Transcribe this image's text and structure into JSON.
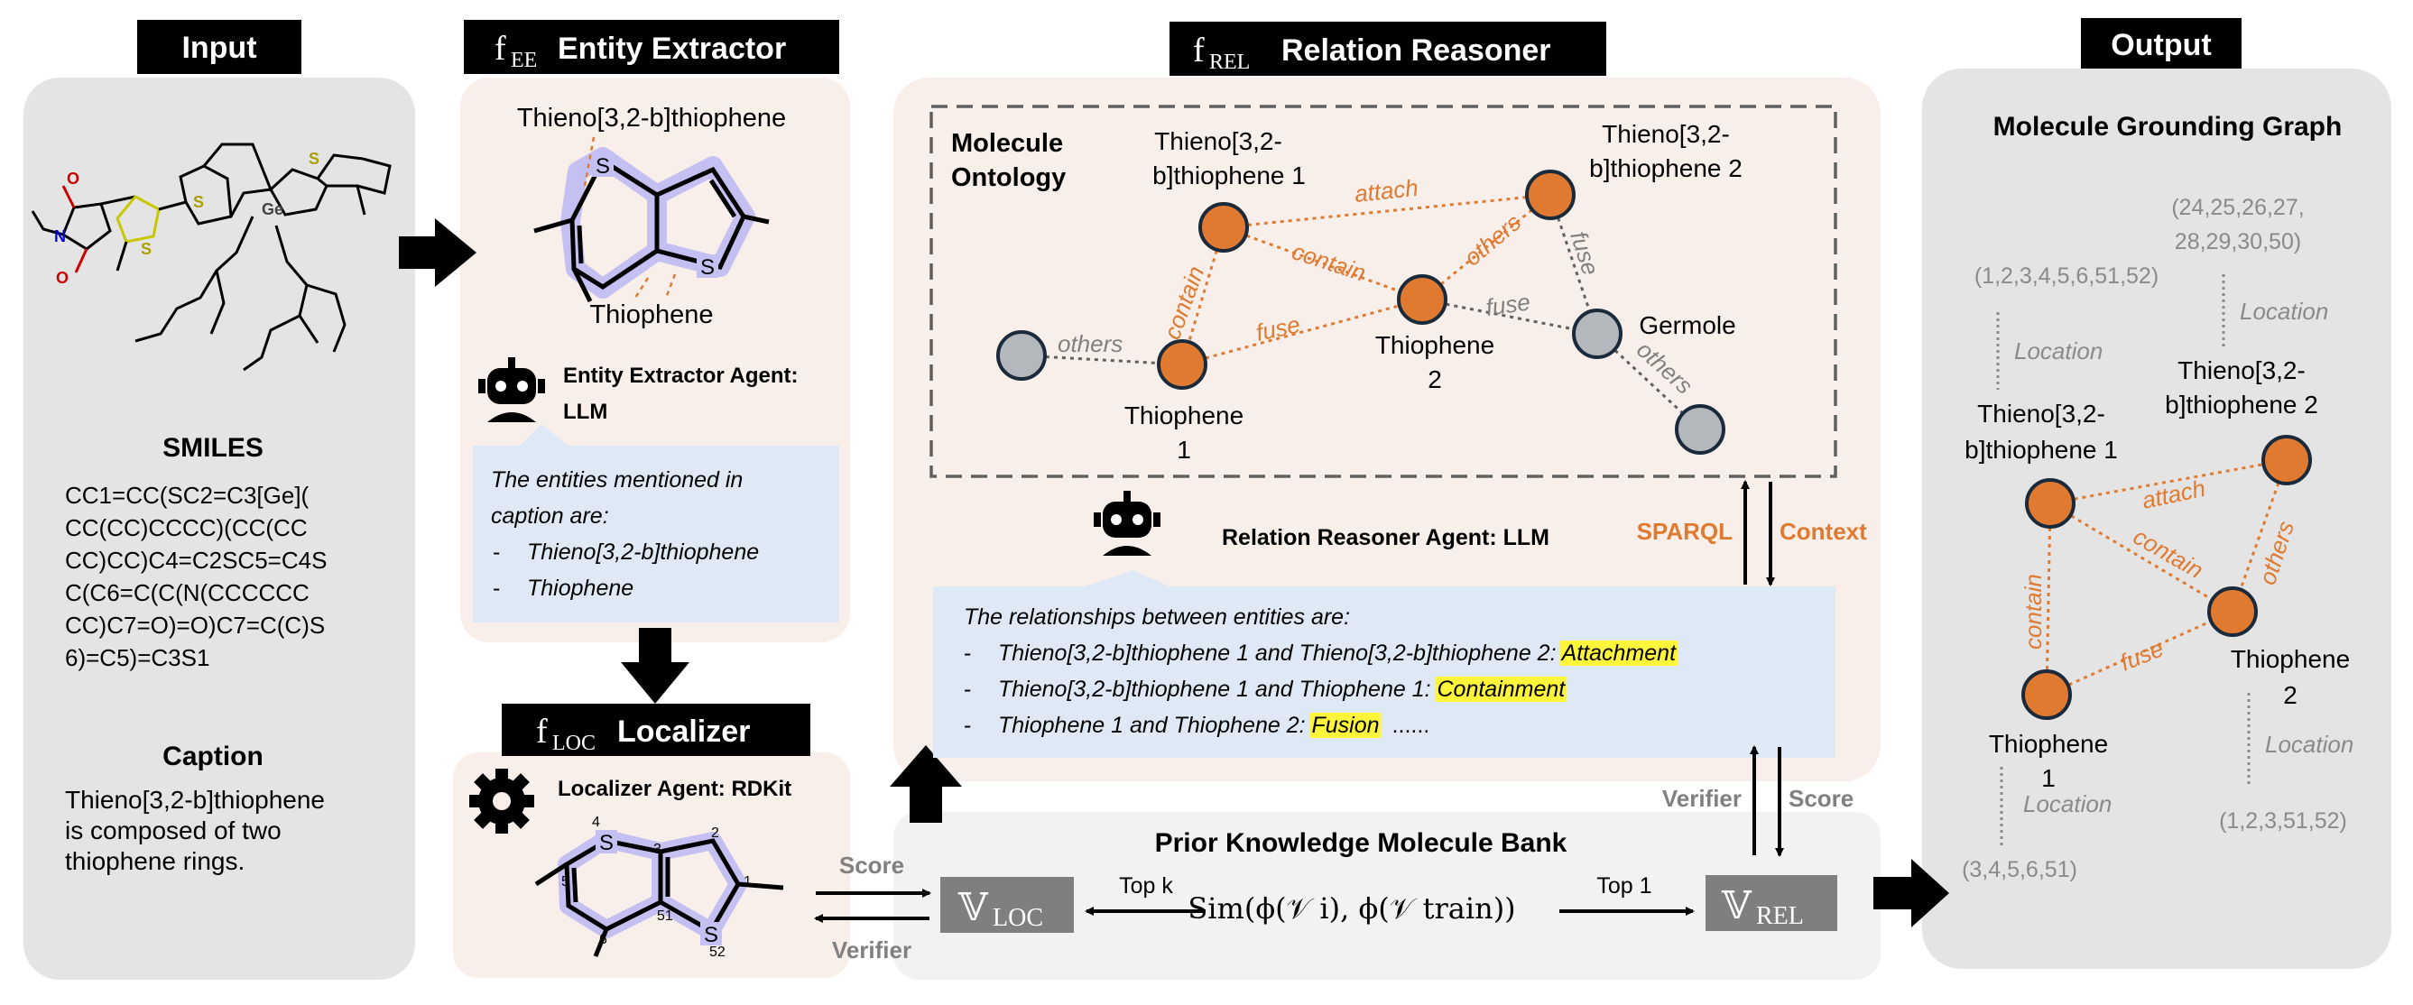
{
  "colors": {
    "orange": "#E07A30",
    "gray_node": "#B4B7BC",
    "panel_gray": "#E4E4E4",
    "panel_peach": "#F8EFEA",
    "text_box_blue": "#DFE8F5",
    "highlight": "#FFF53A",
    "ring_lavender": "#C4C0F2",
    "badge_black": "#000000",
    "bank_gray": "#F2F2F2"
  },
  "input": {
    "header": "Input",
    "smiles_title": "SMILES",
    "smiles_lines": [
      "CC1=CC(SC2=C3[Ge](",
      "CC(CC)CCCC)(CC(CC",
      "CC)CC)C4=C2SC5=C4S",
      "C(C6=C(C(N(CCCCCC",
      "CC)C7=O)=O)C7=C(C)S",
      "6)=C5)=C3S1"
    ],
    "caption_title": "Caption",
    "caption_lines": [
      "Thieno[3,2-b]thiophene",
      "is composed of two",
      "thiophene rings."
    ],
    "mol_labels": {
      "s": "S",
      "o": "O",
      "n": "N",
      "ge": "Ge"
    }
  },
  "extractor": {
    "header_f": "f",
    "header_sub": "EE",
    "header_text": "Entity Extractor",
    "top_label": "Thieno[3,2-b]thiophene",
    "bottom_label": "Thiophene",
    "s_label": "S",
    "agent_title_1": "Entity Extractor Agent:",
    "agent_title_2": "LLM",
    "bubble_lines": [
      "The entities mentioned in",
      "caption are:"
    ],
    "bubble_items": [
      "Thieno[3,2-b]thiophene",
      "Thiophene"
    ],
    "bullet": "-"
  },
  "localizer": {
    "header_f": "f",
    "header_sub": "LOC",
    "header_text": "Localizer",
    "agent_title": "Localizer Agent: RDKit",
    "s_label": "S",
    "atom_labels": [
      "4",
      "3",
      "2",
      "5",
      "1",
      "6",
      "51",
      "52"
    ],
    "score": "Score",
    "verifier": "Verifier"
  },
  "reasoner": {
    "header_f": "f",
    "header_sub": "REL",
    "header_text": "Relation Reasoner",
    "ontology_1": "Molecule",
    "ontology_2": "Ontology",
    "node_labels": {
      "tt1_a": "Thieno[3,2-",
      "tt1_b": "b]thiophene 1",
      "tt2_a": "Thieno[3,2-",
      "tt2_b": "b]thiophene 2",
      "th2_a": "Thiophene",
      "th2_b": "2",
      "th1_a": "Thiophene",
      "th1_b": "1",
      "germole": "Germole"
    },
    "edge_labels": {
      "attach": "attach",
      "contain1": "contain",
      "contain2": "contain",
      "others1": "others",
      "others2": "others",
      "others3": "others",
      "fuse1": "fuse",
      "fuse2": "fuse",
      "fuse3": "fuse"
    },
    "sparql": "SPARQL",
    "context": "Context",
    "agent_title": "Relation Reasoner Agent: LLM",
    "bubble_title": "The relationships between entities are:",
    "bullet": "-",
    "items": [
      {
        "text": "Thieno[3,2-b]thiophene 1 and Thieno[3,2-b]thiophene 2: ",
        "hl": "Attachment",
        "tail": ""
      },
      {
        "text": "Thieno[3,2-b]thiophene 1 and Thiophene 1: ",
        "hl": "Containment",
        "tail": ""
      },
      {
        "text": "Thiophene 1 and Thiophene 2: ",
        "hl": "Fusion",
        "tail": "......"
      }
    ],
    "verifier": "Verifier",
    "score": "Score"
  },
  "bank": {
    "title": "Prior Knowledge Molecule Bank",
    "v_loc_v": "𝕍",
    "v_loc_sub": "LOC",
    "v_rel_v": "𝕍",
    "v_rel_sub": "REL",
    "top_k": "Top k",
    "top_1": "Top 1",
    "sim": "Sim(ϕ(𝒱 i), ϕ(𝒱 train))"
  },
  "output": {
    "header": "Output",
    "title": "Molecule Grounding Graph",
    "loc_tt1": "(1,2,3,4,5,6,51,52)",
    "loc_tt2_a": "(24,25,26,27,",
    "loc_tt2_b": "28,29,30,50)",
    "loc_th1": "(3,4,5,6,51)",
    "loc_th2": "(1,2,3,51,52)",
    "location": "Location",
    "tt1_a": "Thieno[3,2-",
    "tt1_b": "b]thiophene 1",
    "tt2_a": "Thieno[3,2-",
    "tt2_b": "b]thiophene 2",
    "th1_a": "Thiophene",
    "th1_b": "1",
    "th2_a": "Thiophene",
    "th2_b": "2",
    "edges": {
      "attach": "attach",
      "contain_diag": "contain",
      "contain_vert": "contain",
      "others": "others",
      "fuse": "fuse"
    }
  }
}
